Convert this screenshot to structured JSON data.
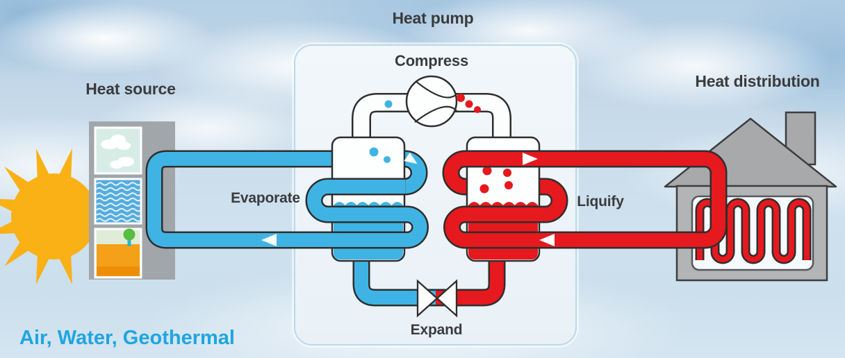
{
  "title": "Heat pump",
  "labels": {
    "heat_pump": "Heat pump",
    "heat_source": "Heat source",
    "heat_distribution": "Heat distribution",
    "compress": "Compress",
    "evaporate": "Evaporate",
    "liquify": "Liquify",
    "expand": "Expand",
    "sources": "Air, Water, Geothermal"
  },
  "colors": {
    "cold_pipe": "#3FB4E4",
    "hot_pipe": "#E5191E",
    "outline": "#2E2E2E",
    "sun_yellow": "#F9B115",
    "house_gray": "#AEB0B2",
    "label_text": "#3B3B3D",
    "sources_text": "#1FA5E0",
    "box_border": "#B9D9EA"
  },
  "components": {
    "heat_source_panel_sections": [
      "air",
      "water",
      "geothermal"
    ],
    "cycle_steps": [
      "Evaporate",
      "Compress",
      "Liquify",
      "Expand"
    ],
    "flow_arrows": [
      "cold-loop-return-left",
      "cold-into-evaporator-coil",
      "hot-supply-to-house-right",
      "hot-return-from-house-left"
    ]
  }
}
